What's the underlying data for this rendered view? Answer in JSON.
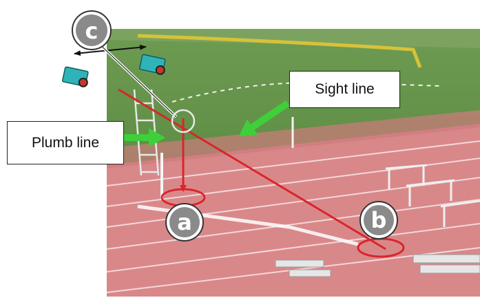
{
  "labels": {
    "sight_line": "Sight line",
    "plumb_line": "Plumb line"
  },
  "markers": {
    "a": "a",
    "b": "b",
    "c": "c"
  },
  "colors": {
    "grass": "#5f8f46",
    "track": "#d9888a",
    "red_line": "#d8262c",
    "green_arrow": "#3ecf3a",
    "camera_body": "#2fb3b8",
    "marker_fill": "#8a8a8a"
  },
  "icons": [
    "camera-icon",
    "double-arrow"
  ]
}
